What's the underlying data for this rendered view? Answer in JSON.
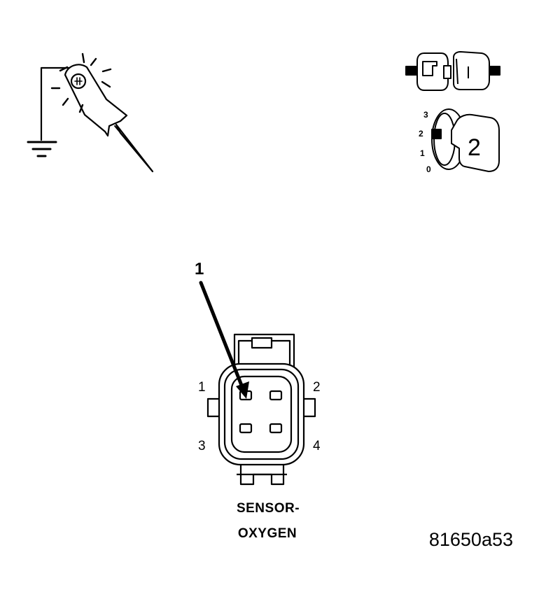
{
  "figure_id": "81650a53",
  "connector": {
    "caption_line1": "SENSOR-",
    "caption_line2": "OXYGEN",
    "pins": [
      "1",
      "2",
      "3",
      "4"
    ],
    "callout": "1"
  },
  "ignition_key": {
    "positions": [
      "3",
      "2",
      "1",
      "0"
    ],
    "selected_position": "2",
    "key_label": "2"
  },
  "icons": {
    "test_light": "test-light-probe-icon",
    "ground": "ground-symbol-icon",
    "connector_disconnect": "connector-disconnect-icon",
    "ignition": "ignition-key-icon"
  }
}
